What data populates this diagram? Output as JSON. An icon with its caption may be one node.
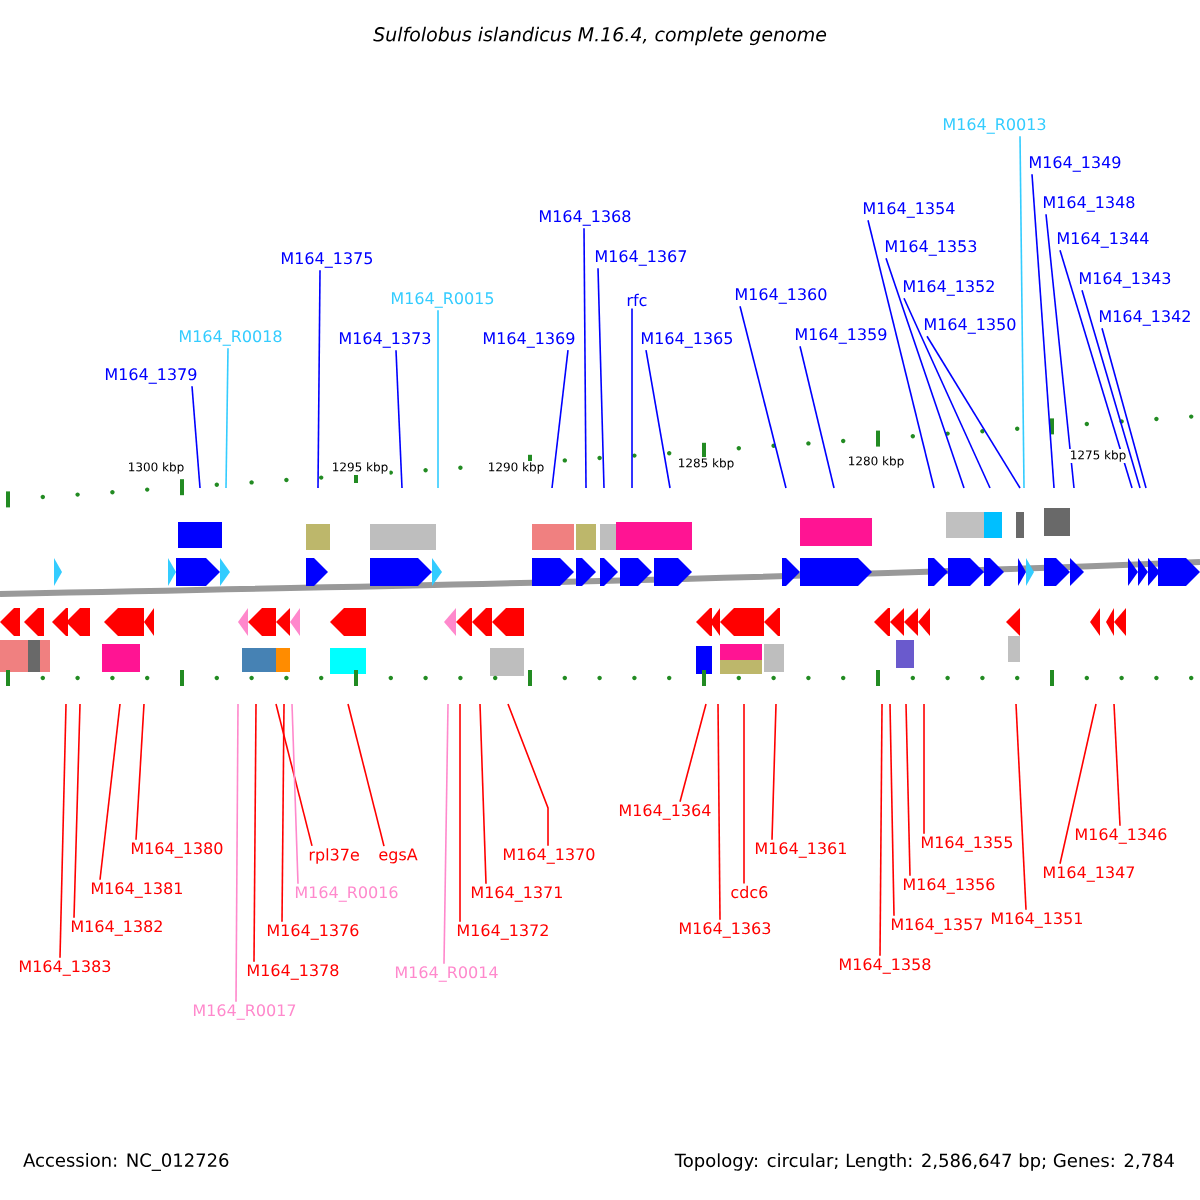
{
  "diagram": {
    "title": "Sulfolobus islandicus M.16.4, complete genome",
    "nodes": [
      {
        "text": [
          "M164_R0013"
        ]
      },
      {
        "text": [
          "M164_1349"
        ]
      },
      {
        "text": [
          "M164_1348"
        ]
      },
      {
        "text": [
          "M164_1354"
        ]
      },
      {
        "text": [
          "M164_1368"
        ]
      },
      {
        "text": [
          "M164_1344"
        ]
      },
      {
        "text": [
          "M164_1353"
        ]
      },
      {
        "text": [
          "M164_1367"
        ]
      },
      {
        "text": [
          "M164_1375"
        ]
      },
      {
        "text": [
          "M164_1343"
        ]
      },
      {
        "text": [
          "M164_1352"
        ]
      },
      {
        "text": [
          "M164_1360"
        ]
      },
      {
        "text": [
          "M164_R0015"
        ]
      },
      {
        "text": [
          "rfc"
        ]
      },
      {
        "text": [
          "M164_1342"
        ]
      },
      {
        "text": [
          "M164_1350"
        ]
      },
      {
        "text": [
          "M164_1359"
        ]
      },
      {
        "text": [
          "M164_R0018"
        ]
      },
      {
        "text": [
          "M164_1373"
        ]
      },
      {
        "text": [
          "M164_1369"
        ]
      },
      {
        "text": [
          "M164_1365"
        ]
      },
      {
        "text": [
          "M164_1379"
        ]
      },
      {
        "text": [
          "M164_1364"
        ]
      },
      {
        "text": [
          "M164_1346"
        ]
      },
      {
        "text": [
          "M164_1355"
        ]
      },
      {
        "text": [
          "M164_1380"
        ]
      },
      {
        "text": [
          "rpl37e"
        ]
      },
      {
        "text": [
          "egsA"
        ]
      },
      {
        "text": [
          "M164_1370"
        ]
      },
      {
        "text": [
          "M164_1361"
        ]
      },
      {
        "text": [
          "M164_1347"
        ]
      },
      {
        "text": [
          "M164_1356"
        ]
      },
      {
        "text": [
          "M164_1381"
        ]
      },
      {
        "text": [
          "M164_R0016"
        ]
      },
      {
        "text": [
          "cdc6"
        ]
      },
      {
        "text": [
          "M164_1371"
        ]
      },
      {
        "text": [
          "M164_1382"
        ]
      },
      {
        "text": [
          "M164_1376"
        ]
      },
      {
        "text": [
          "M164_1372"
        ]
      },
      {
        "text": [
          "M164_1357"
        ]
      },
      {
        "text": [
          "M164_1363"
        ]
      },
      {
        "text": [
          "M164_1351"
        ]
      },
      {
        "text": [
          "M164_1358"
        ]
      },
      {
        "text": [
          "M164_1378"
        ]
      },
      {
        "text": [
          "M164_R0014"
        ]
      },
      {
        "text": [
          "M164_1383"
        ]
      },
      {
        "text": [
          "M164_R0017"
        ]
      }
    ],
    "edges": [
      {
        "from": 0,
        "to": null,
        "arrow": "none",
        "color": "#33ccff"
      },
      {
        "from": 1,
        "to": null,
        "arrow": "none",
        "color": "#0000ff"
      },
      {
        "from": 2,
        "to": null,
        "arrow": "none",
        "color": "#0000ff"
      },
      {
        "from": 3,
        "to": null,
        "arrow": "none",
        "color": "#0000ff"
      },
      {
        "from": 4,
        "to": null,
        "arrow": "none",
        "color": "#0000ff"
      },
      {
        "from": 5,
        "to": null,
        "arrow": "none",
        "color": "#0000ff"
      },
      {
        "from": 6,
        "to": null,
        "arrow": "none",
        "color": "#0000ff"
      },
      {
        "from": 7,
        "to": null,
        "arrow": "none",
        "color": "#0000ff"
      },
      {
        "from": 8,
        "to": null,
        "arrow": "none",
        "color": "#0000ff"
      },
      {
        "from": 9,
        "to": null,
        "arrow": "none",
        "color": "#0000ff"
      },
      {
        "from": 10,
        "to": null,
        "arrow": "none",
        "color": "#0000ff"
      },
      {
        "from": 11,
        "to": null,
        "arrow": "none",
        "color": "#0000ff"
      },
      {
        "from": 12,
        "to": null,
        "arrow": "none",
        "color": "#33ccff"
      },
      {
        "from": 13,
        "to": null,
        "arrow": "none",
        "color": "#0000ff"
      },
      {
        "from": 14,
        "to": null,
        "arrow": "none",
        "color": "#0000ff"
      },
      {
        "from": 15,
        "to": null,
        "arrow": "none",
        "color": "#0000ff"
      },
      {
        "from": 16,
        "to": null,
        "arrow": "none",
        "color": "#0000ff"
      },
      {
        "from": 17,
        "to": null,
        "arrow": "none",
        "color": "#33ccff"
      },
      {
        "from": 18,
        "to": null,
        "arrow": "none",
        "color": "#0000ff"
      },
      {
        "from": 19,
        "to": null,
        "arrow": "none",
        "color": "#0000ff"
      },
      {
        "from": 20,
        "to": null,
        "arrow": "none",
        "color": "#0000ff"
      },
      {
        "from": 21,
        "to": null,
        "arrow": "none",
        "color": "#0000ff"
      },
      {
        "from": 22,
        "to": null,
        "arrow": "none"
      },
      {
        "from": 23,
        "to": null,
        "arrow": "none"
      },
      {
        "from": 24,
        "to": null,
        "arrow": "none"
      },
      {
        "from": 25,
        "to": null,
        "arrow": "none"
      },
      {
        "from": 26,
        "to": null,
        "arrow": "none"
      },
      {
        "from": 27,
        "to": null,
        "arrow": "none"
      },
      {
        "from": 28,
        "to": null,
        "arrow": "none"
      },
      {
        "from": 29,
        "to": null,
        "arrow": "none"
      },
      {
        "from": 30,
        "to": null,
        "arrow": "none"
      },
      {
        "from": 31,
        "to": null,
        "arrow": "none"
      },
      {
        "from": 32,
        "to": null,
        "arrow": "none"
      },
      {
        "from": 33,
        "to": null,
        "arrow": "none",
        "color": "#ff88cc"
      },
      {
        "from": 34,
        "to": null,
        "arrow": "none"
      },
      {
        "from": 35,
        "to": null,
        "arrow": "none"
      },
      {
        "from": 36,
        "to": null,
        "arrow": "none"
      },
      {
        "from": 37,
        "to": null,
        "arrow": "none"
      },
      {
        "from": 38,
        "to": null,
        "arrow": "none"
      },
      {
        "from": 39,
        "to": null,
        "arrow": "none"
      },
      {
        "from": 40,
        "to": null,
        "arrow": "none"
      },
      {
        "from": 41,
        "to": null,
        "arrow": "none"
      },
      {
        "from": 42,
        "to": null,
        "arrow": "none"
      },
      {
        "from": 43,
        "to": null,
        "arrow": "none"
      },
      {
        "from": 44,
        "to": null,
        "arrow": "none",
        "color": "#ff88cc"
      },
      {
        "from": 45,
        "to": null,
        "arrow": "none"
      },
      {
        "from": 46,
        "to": null,
        "arrow": "none",
        "color": "#ff88cc"
      }
    ],
    "labels": [
      "1300 kbp",
      "1295 kbp",
      "1290 kbp",
      "1285 kbp",
      "1280 kbp",
      "1275 kbp",
      "Accession: NC_012726",
      "Topology: circular; Length: 2,586,647 bp; Genes: 2,784"
    ]
  }
}
